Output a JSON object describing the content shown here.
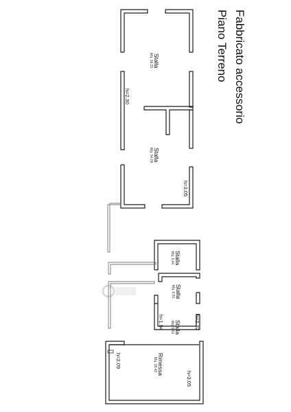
{
  "title": {
    "line1": "Fabbricato accessorio",
    "line2": "Piano Terreno"
  },
  "rooms": [
    {
      "name": "Stalla",
      "area": "Mq. 36.25"
    },
    {
      "name": "Stalla",
      "area": "Mq. 34.09"
    },
    {
      "name": "Stalla",
      "area": "Mq. 6.44"
    },
    {
      "name": "Stalla",
      "area": "Mq. 6.81"
    },
    {
      "name": "Stalla",
      "area": "Mq. 6.61"
    },
    {
      "name": "Rimessa",
      "area": "Mq. 18.42"
    }
  ],
  "heights": {
    "h1": "h=2.30",
    "h2": "h=3.05",
    "h3": "h=1.94",
    "h4": "h=2.32",
    "h5": "h=2.09",
    "h6": "h=3.05"
  }
}
